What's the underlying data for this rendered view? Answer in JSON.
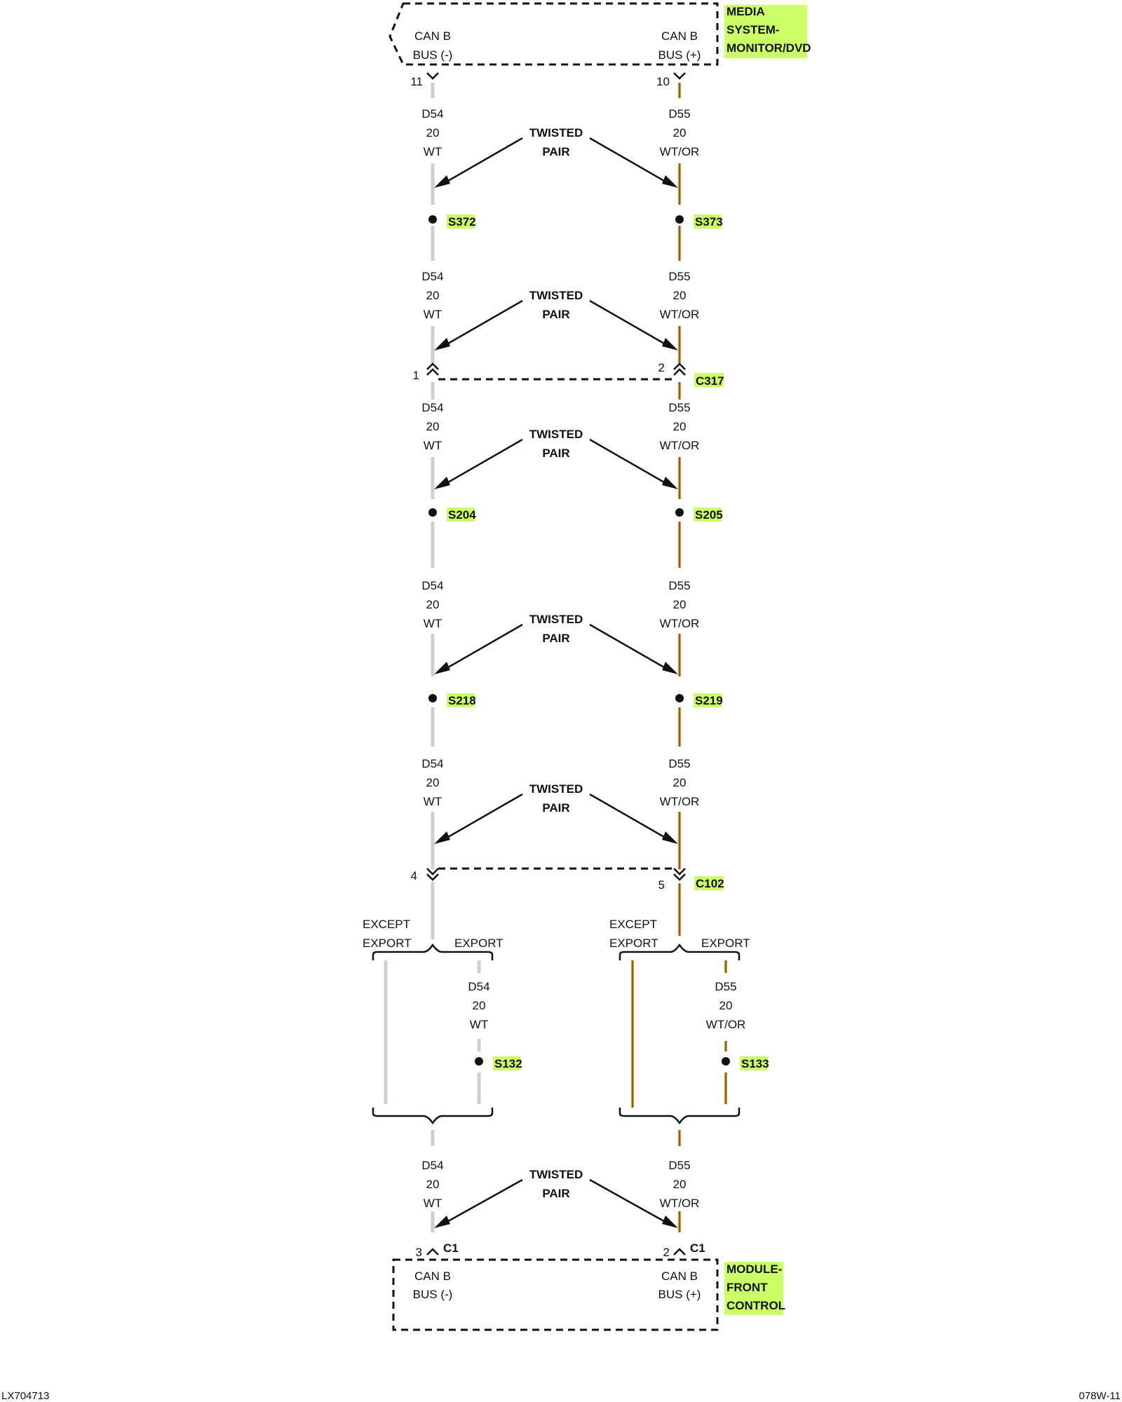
{
  "top_module": {
    "name_lines": [
      "MEDIA",
      "SYSTEM-",
      "MONITOR/DVD"
    ],
    "left_pin_lines": [
      "CAN B",
      "BUS (-)"
    ],
    "right_pin_lines": [
      "CAN B",
      "BUS (+)"
    ],
    "left_pin_number": "11",
    "right_pin_number": "10"
  },
  "twisted_pair_label": [
    "TWISTED",
    "PAIR"
  ],
  "left_wire": {
    "circuit": "D54",
    "gauge": "20",
    "color": "WT",
    "color_hex": "#cfcfcf"
  },
  "right_wire": {
    "circuit": "D55",
    "gauge": "20",
    "color": "WT/OR",
    "color_hex": "#f09820"
  },
  "splices": [
    {
      "left": "S372",
      "right": "S373"
    },
    {
      "left": "S204",
      "right": "S205"
    },
    {
      "left": "S218",
      "right": "S219"
    }
  ],
  "connector_c317": {
    "name": "C317",
    "left_pin": "1",
    "right_pin": "2"
  },
  "connector_c102": {
    "name": "C102",
    "left_pin": "4",
    "right_pin": "5"
  },
  "branch": {
    "except_label": [
      "EXCEPT",
      "EXPORT"
    ],
    "export_label": "EXPORT",
    "left_splice": "S132",
    "right_splice": "S133"
  },
  "bottom_module": {
    "name_lines": [
      "MODULE-",
      "FRONT",
      "CONTROL"
    ],
    "left_pin_lines": [
      "CAN B",
      "BUS (-)"
    ],
    "right_pin_lines": [
      "CAN B",
      "BUS (+)"
    ],
    "connector": "C1",
    "left_pin_number": "3",
    "right_pin_number": "2"
  },
  "footer": {
    "left_code": "LX704713",
    "right_code": "078W-11"
  }
}
